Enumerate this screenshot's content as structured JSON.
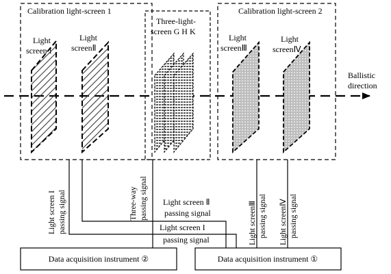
{
  "groups": {
    "calibration_1": "Calibration light-screen 1",
    "three_light": [
      "Three-light-",
      "screen G H K"
    ],
    "calibration_2": "Calibration light-screen 2"
  },
  "screens": {
    "s1": [
      "Light",
      "screen I"
    ],
    "s2": [
      "Light",
      "screenⅡ"
    ],
    "s3": [
      "Light",
      "screenⅢ"
    ],
    "s4": [
      "Light",
      "screenⅣ"
    ]
  },
  "direction": [
    "Ballistic",
    "direction"
  ],
  "signals": {
    "v_s1": [
      "Light screen I",
      "passing signal"
    ],
    "v_three": [
      "Three-way",
      "passing signal"
    ],
    "v_s3": [
      "Light  screenⅢ",
      "passing signal"
    ],
    "v_s4": [
      "Light  screenⅣ",
      "passing signal"
    ],
    "h_s2": [
      "Light screen Ⅱ",
      "passing signal"
    ],
    "h_s1": [
      "Light screen I",
      "passing signal"
    ]
  },
  "instruments": {
    "daq2": "Data acquisition instrument ②",
    "daq1": "Data acquisition instrument ①"
  },
  "colors": {
    "line": "#000000",
    "hatch": "#3a3a3a",
    "three_fill": "#555555",
    "cal2_fill": "#c8c8c8"
  }
}
